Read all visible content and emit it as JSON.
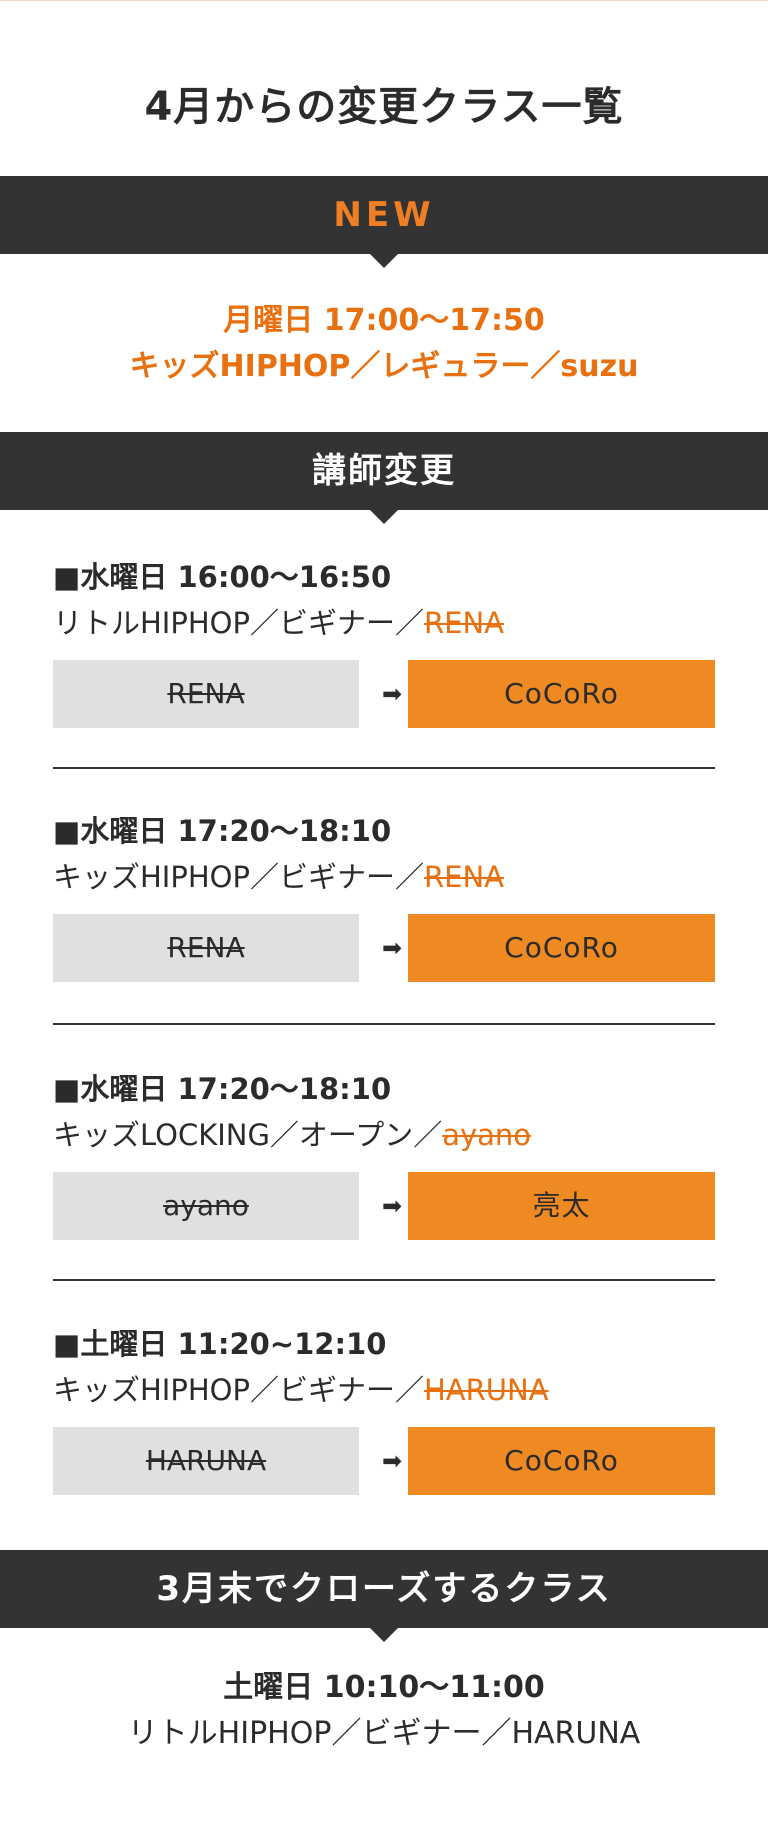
{
  "title": "4月からの変更クラス一覧",
  "sections": {
    "new": {
      "heading": "NEW",
      "schedule": "月曜日  17:00〜17:50",
      "class": "キッズHIPHOP／レギュラー／suzu"
    },
    "teacher_change": {
      "heading": "講師変更",
      "items": [
        {
          "schedule": "■水曜日  16:00〜16:50",
          "class_prefix": "リトルHIPHOP／ビギナー／",
          "old_teacher": "RENA",
          "new_teacher": "CoCoRo"
        },
        {
          "schedule": "■水曜日 17:20〜18:10",
          "class_prefix": "キッズHIPHOP／ビギナー／",
          "old_teacher": "RENA",
          "new_teacher": "CoCoRo"
        },
        {
          "schedule": "■水曜日 17:20〜18:10",
          "class_prefix": "キッズLOCKING／オープン／",
          "old_teacher": "ayano",
          "new_teacher": "亮太"
        },
        {
          "schedule": "■土曜日  11:20~12:10",
          "class_prefix": "キッズHIPHOP／ビギナー／",
          "old_teacher": "HARUNA",
          "new_teacher": "CoCoRo"
        }
      ],
      "arrow_symbol": "➡"
    },
    "closing": {
      "heading": "3月末でクローズするクラス",
      "schedule": "土曜日  10:10〜11:00",
      "class": "リトルHIPHOP／ビギナー／HARUNA"
    }
  },
  "colors": {
    "accent": "#ef8a22",
    "accent_text": "#e8700f",
    "bar_bg": "#333333",
    "old_box_bg": "#e0e0e0"
  }
}
